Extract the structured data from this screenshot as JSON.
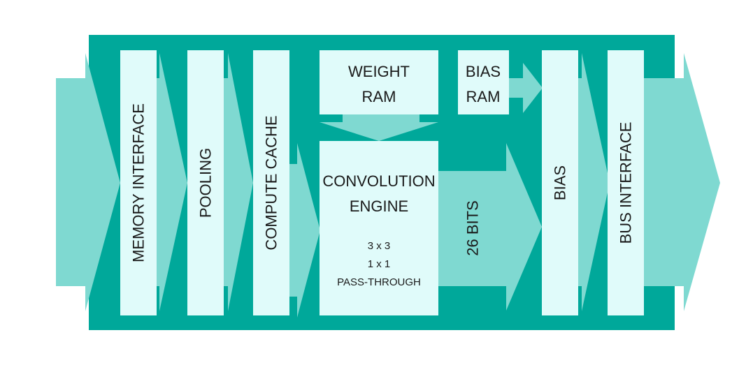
{
  "colors": {
    "frame": "#00a89a",
    "arrow": "#7fd9d1",
    "block": "#e0fbfa",
    "text": "#1a1a1a",
    "background": "#ffffff"
  },
  "blocks": {
    "memory_interface": "MEMORY INTERFACE",
    "pooling": "POOLING",
    "compute_cache": "COMPUTE CACHE",
    "weight_ram": {
      "line1": "WEIGHT",
      "line2": "RAM"
    },
    "bias_ram": {
      "line1": "BIAS",
      "line2": "RAM"
    },
    "convolution_engine": {
      "line1": "CONVOLUTION",
      "line2": "ENGINE",
      "modes": [
        "3 x 3",
        "1 x 1",
        "PASS-THROUGH"
      ]
    },
    "bus_width": "26 BITS",
    "bias": "BIAS",
    "bus_interface": "BUS INTERFACE"
  }
}
